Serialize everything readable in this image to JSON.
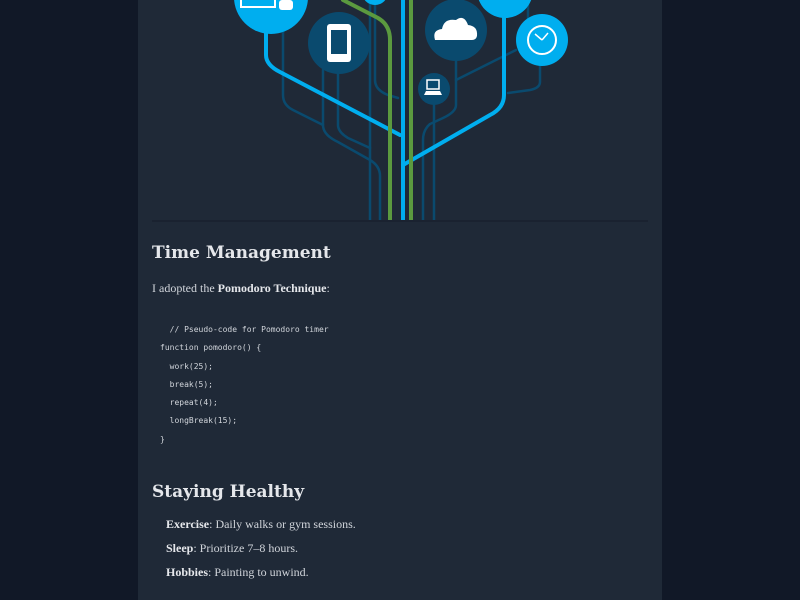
{
  "hero": {
    "illustration": "technology-tree",
    "colors": {
      "light_blue": "#00aeef",
      "dark_blue": "#0a4a6e",
      "green": "#5b9a3f"
    }
  },
  "sections": [
    {
      "title": "Time Management",
      "intro_prefix": "I adopted the ",
      "intro_bold": "Pomodoro Technique",
      "intro_suffix": ":",
      "code": [
        "  // Pseudo-code for Pomodoro timer",
        "function pomodoro() {",
        "  work(25);",
        "  break(5);",
        "  repeat(4);",
        "  longBreak(15);",
        "}"
      ]
    },
    {
      "title": "Staying Healthy",
      "items": [
        {
          "label": "Exercise",
          "text": ": Daily walks or gym sessions."
        },
        {
          "label": "Sleep",
          "text": ": Prioritize 7–8 hours."
        },
        {
          "label": "Hobbies",
          "text": ": Painting to unwind."
        }
      ]
    }
  ]
}
